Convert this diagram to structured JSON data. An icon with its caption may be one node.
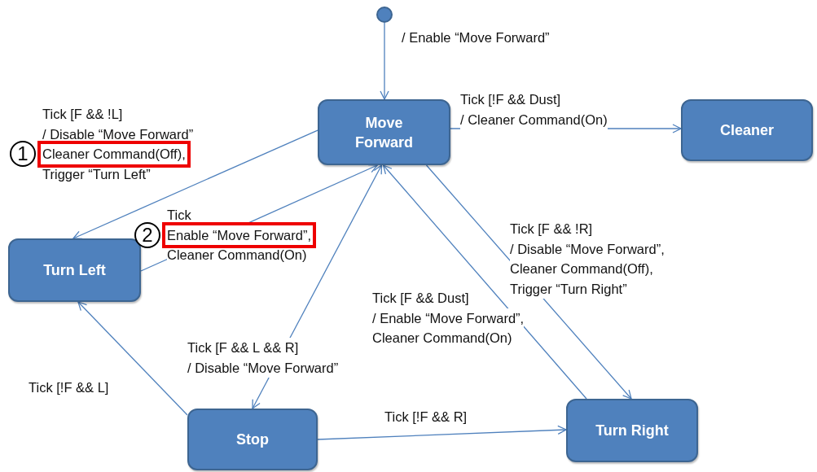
{
  "diagram": {
    "nodes": [
      {
        "text": [],
        "shape": "circle"
      },
      {
        "text": [
          "Move Forward"
        ]
      },
      {
        "text": [
          "Cleaner"
        ]
      },
      {
        "text": [
          "Turn Left"
        ]
      },
      {
        "text": [
          "Stop"
        ]
      },
      {
        "text": [
          "Turn Right"
        ]
      }
    ],
    "edges": [
      {
        "from": 0,
        "to": 1,
        "arrow": "to",
        "label": "/ Enable “Move Forward”"
      },
      {
        "from": 1,
        "to": 2,
        "arrow": "to",
        "label": "Tick [!F && Dust] / Cleaner Command(On)"
      },
      {
        "from": 1,
        "to": 3,
        "arrow": "to",
        "label": "Tick [F && !L] / Disable “Move Forward” Cleaner Command(Off), Trigger “Turn Left”"
      },
      {
        "from": 3,
        "to": 1,
        "arrow": "to",
        "label": "Tick Enable “Move Forward”, Cleaner Command(On)"
      },
      {
        "from": 1,
        "to": 4,
        "arrow": "both",
        "label": "Tick [F && L && R] / Disable “Move Forward”"
      },
      {
        "from": 5,
        "to": 1,
        "arrow": "to",
        "label": "Tick [F && Dust] / Enable “Move Forward”, Cleaner Command(On)"
      },
      {
        "from": 1,
        "to": 5,
        "arrow": "to",
        "label": "Tick [F && !R] / Disable “Move Forward”, Cleaner Command(Off), Trigger “Turn Right”"
      },
      {
        "from": 4,
        "to": 3,
        "arrow": "to",
        "label": "Tick [!F && L]"
      },
      {
        "from": 4,
        "to": 5,
        "arrow": "to",
        "label": "Tick [!F && R]"
      }
    ],
    "labels": [
      "1",
      "2"
    ]
  }
}
